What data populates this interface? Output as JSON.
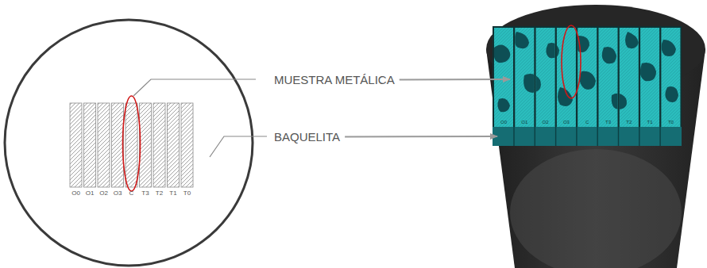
{
  "diagram": {
    "labels": [
      "MUESTRA METÁLICA",
      "BAQUELITA",
      "O0",
      "O1",
      "O2",
      "O3",
      "C",
      "T3",
      "T2",
      "T1",
      "T0",
      "O0",
      "O1",
      "O2",
      "O3",
      "C",
      "T3",
      "T2",
      "T1",
      "T0"
    ]
  }
}
